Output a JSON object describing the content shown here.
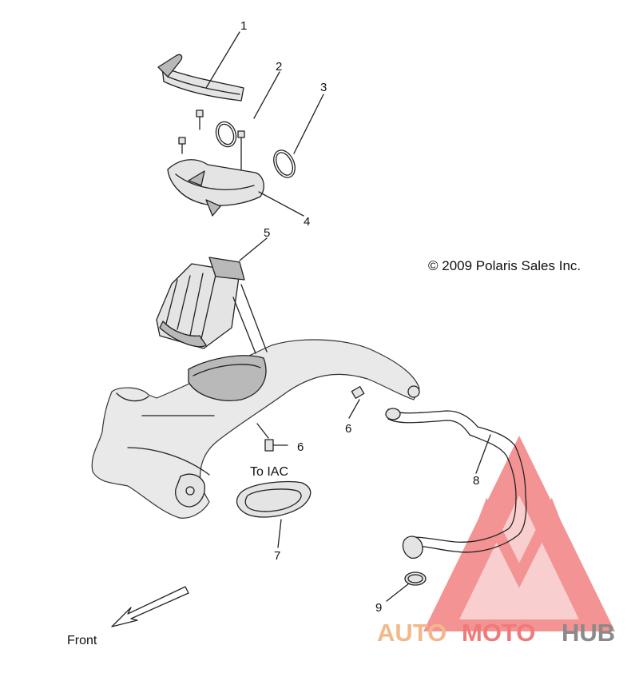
{
  "copyright": "© 2009 Polaris Sales Inc.",
  "callouts": [
    "1",
    "2",
    "3",
    "4",
    "5",
    "6",
    "6",
    "7",
    "8",
    "9"
  ],
  "labels": {
    "to_iac": "To IAC",
    "front": "Front"
  },
  "watermark": {
    "part1": "AUTO",
    "part2": "MOTO",
    "part3": "HUB",
    "colors": {
      "auto": "#f3b88a",
      "moto": "#f07a7a",
      "hub": "#8a8a8a",
      "logo": "#f07070"
    }
  }
}
